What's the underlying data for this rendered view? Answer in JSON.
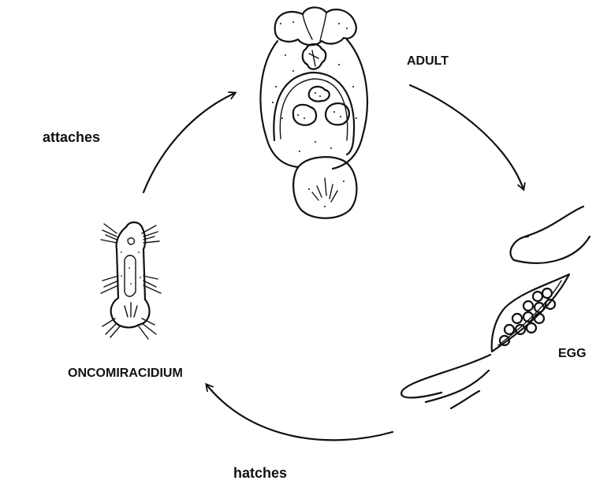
{
  "stages": {
    "adult": "ADULT",
    "egg": "EGG",
    "oncomiracidium": "ONCOMIRACIDIUM"
  },
  "transitions": {
    "attaches": "attaches",
    "hatches": "hatches"
  },
  "colors": {
    "ink": "#111111",
    "background": "#ffffff"
  }
}
